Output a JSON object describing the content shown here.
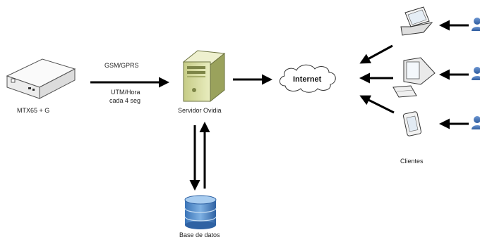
{
  "nodes": {
    "modem": {
      "label": "MTX65 + G"
    },
    "server": {
      "label": "Servidor Ovidia"
    },
    "database": {
      "label": "Base de datos"
    },
    "internet": {
      "label": "Internet"
    },
    "clients": {
      "label": "Clientes"
    }
  },
  "links": {
    "modem_to_server": {
      "label_top": "GSM/GPRS",
      "label_bottom_1": "UTM/Hora",
      "label_bottom_2": "cada 4 seg"
    }
  },
  "icons": {
    "modem": "modem-device-icon",
    "server": "tower-server-icon",
    "database": "database-cylinder-icon",
    "cloud": "cloud-icon",
    "laptop": "laptop-icon",
    "desktop": "desktop-computer-icon",
    "phone": "smartphone-icon",
    "user": "user-person-icon"
  },
  "colors": {
    "arrow": "#000000",
    "server_body": "#d9dfa0",
    "server_dark": "#8f9852",
    "db_blue": "#4a87c8",
    "user_blue": "#3f6fb0",
    "cloud_fill": "#ffffff"
  }
}
